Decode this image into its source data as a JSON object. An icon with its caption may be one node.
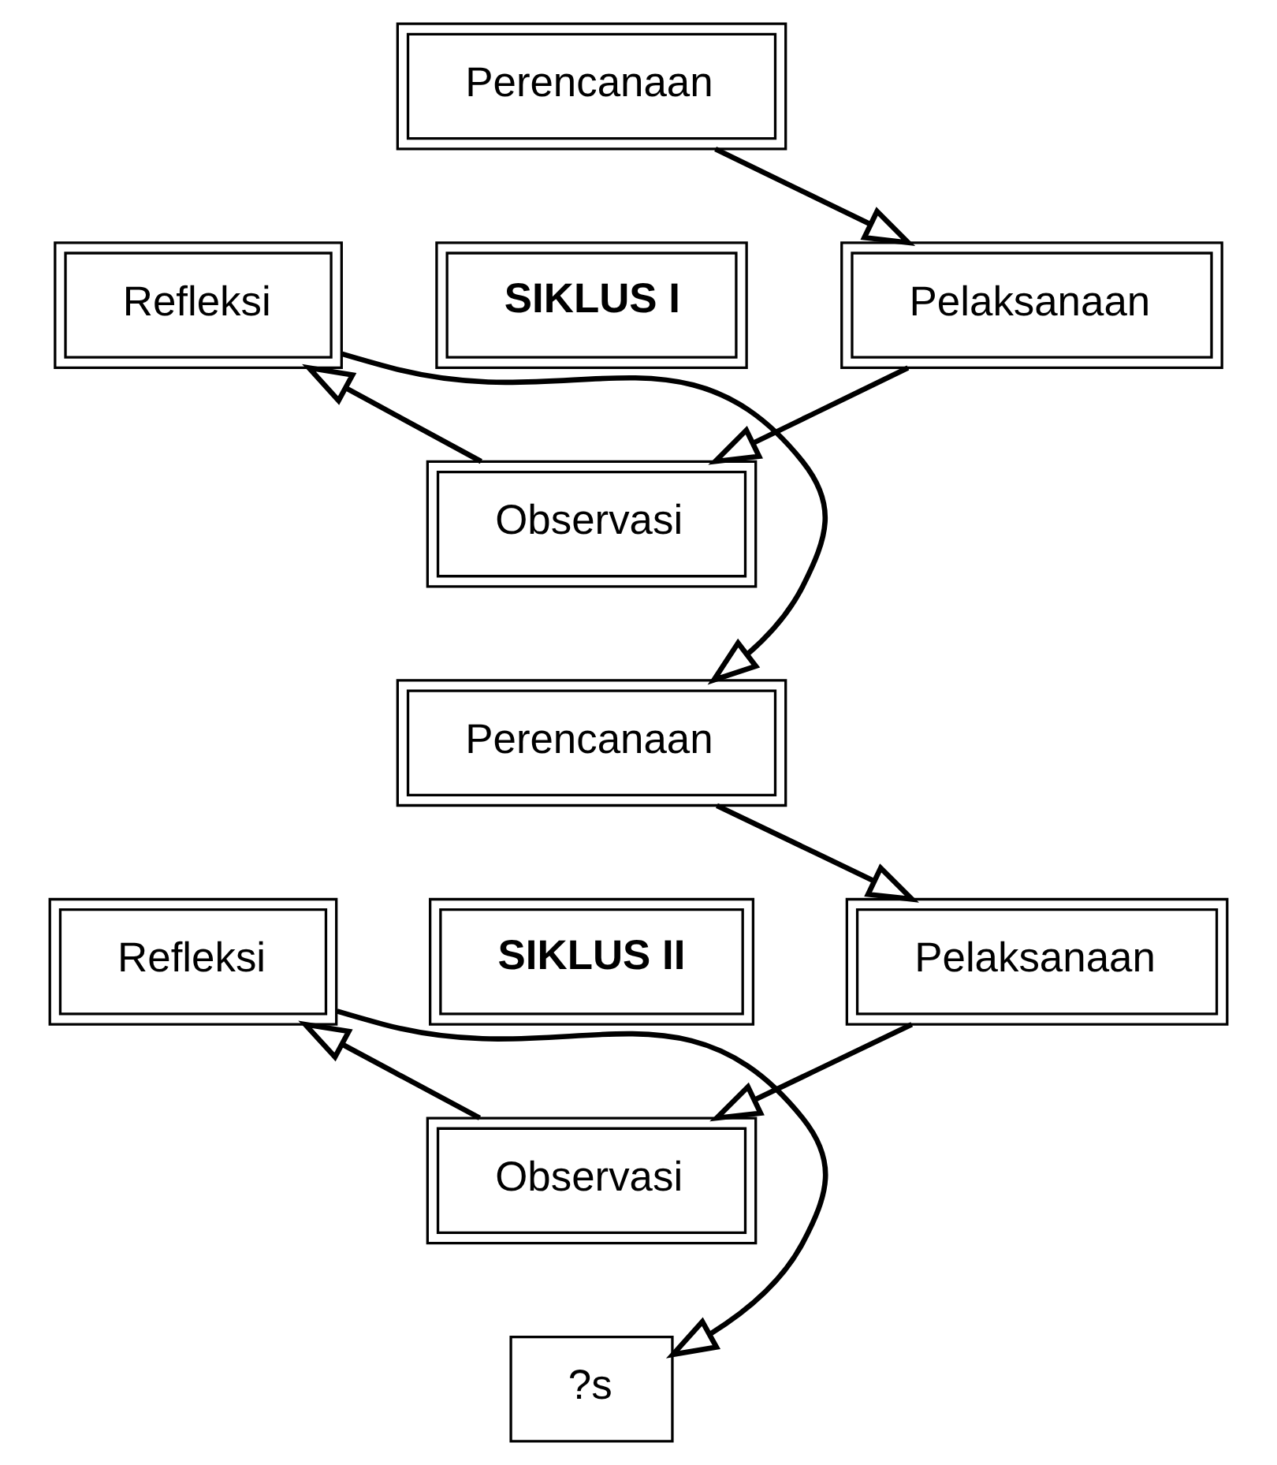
{
  "diagram": {
    "nodes": [
      {
        "text": [
          "Perencanaan"
        ]
      },
      {
        "text": [
          "Refleksi"
        ]
      },
      {
        "text": [
          "SIKLUS I"
        ]
      },
      {
        "text": [
          "Pelaksanaan"
        ]
      },
      {
        "text": [
          "Observasi"
        ]
      },
      {
        "text": [
          "Perencanaan"
        ]
      },
      {
        "text": [
          "Refleksi"
        ]
      },
      {
        "text": [
          "SIKLUS II"
        ]
      },
      {
        "text": [
          "Pelaksanaan"
        ]
      },
      {
        "text": [
          "Observasi"
        ]
      },
      {
        "text": [
          "?s"
        ]
      }
    ],
    "edges": [
      {
        "from": 0,
        "to": 3,
        "arrow": "to"
      },
      {
        "from": 3,
        "to": 4,
        "arrow": "to"
      },
      {
        "from": 4,
        "to": 1,
        "arrow": "to"
      },
      {
        "from": 1,
        "to": 5,
        "arrow": "to"
      },
      {
        "from": 5,
        "to": 8,
        "arrow": "to"
      },
      {
        "from": 8,
        "to": 9,
        "arrow": "to"
      },
      {
        "from": 9,
        "to": 6,
        "arrow": "to"
      },
      {
        "from": 6,
        "to": 10,
        "arrow": "to"
      }
    ]
  }
}
